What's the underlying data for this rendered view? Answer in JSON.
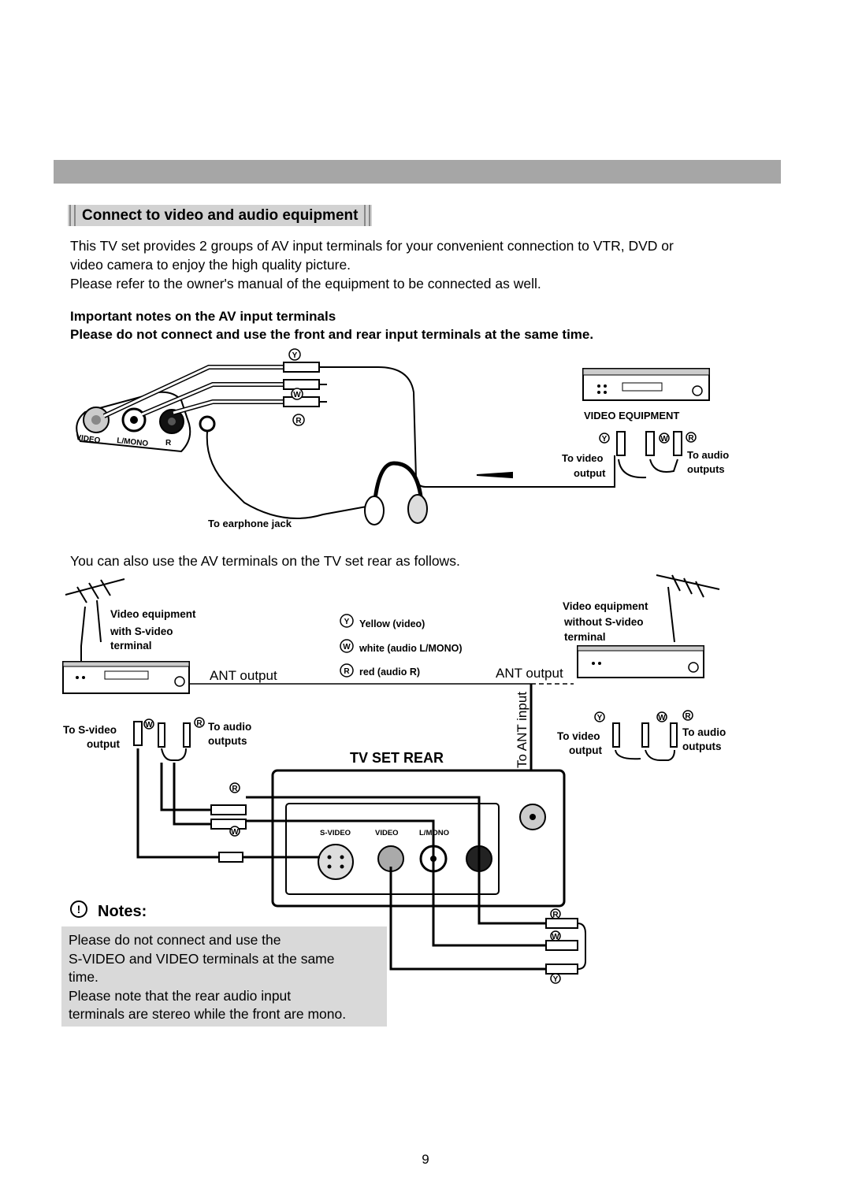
{
  "section_heading": "Connect to video and audio equipment",
  "intro": {
    "line1": "This TV set provides 2 groups of AV input terminals for your convenient connection to VTR, DVD or",
    "line2": "video camera to enjoy the high quality picture.",
    "line3": "Please refer to the owner's manual of the equipment to be connected as well."
  },
  "important_title": "Important notes on the AV input terminals",
  "important_warning": "Please do not connect and use the front and rear input terminals at the same time.",
  "front_diagram": {
    "video_equipment": "VIDEO EQUIPMENT",
    "to_video": "To video",
    "output": "output",
    "to_audio": "To audio",
    "outputs": "outputs",
    "earphone": "To earphone jack",
    "jack_video": "VIDEO",
    "jack_lmono": "L/MONO",
    "jack_r": "R",
    "y": "Y",
    "w": "W",
    "r": "R"
  },
  "rear_intro": "You can also use the AV terminals on the TV set rear as follows.",
  "rear_diagram": {
    "left_equipment_1": "Video equipment",
    "left_equipment_2": "with S-video",
    "left_equipment_3": "terminal",
    "right_equipment_1": "Video equipment",
    "right_equipment_2": "without S-video",
    "right_equipment_3": "terminal",
    "legend_y": "Yellow (video)",
    "legend_w": "white (audio L/MONO)",
    "legend_r": "red (audio R)",
    "ant_output_left": "ANT output",
    "ant_output_right": "ANT output",
    "ant_input": "To ANT input",
    "to_svideo": "To S-video",
    "output": "output",
    "to_audio": "To audio",
    "outputs": "outputs",
    "to_video": "To video",
    "tv_set_rear": "TV SET REAR",
    "svideo": "S-VIDEO",
    "video": "VIDEO",
    "lmono": "L/MONO"
  },
  "notes": {
    "title": "Notes:",
    "icon": "!",
    "line1": "Please do not connect and use the",
    "line2": "S-VIDEO and VIDEO terminals at the same",
    "line3": "time.",
    "line4": "Please note that the rear audio input",
    "line5": "terminals are stereo while the front are mono."
  },
  "page_number": "9"
}
